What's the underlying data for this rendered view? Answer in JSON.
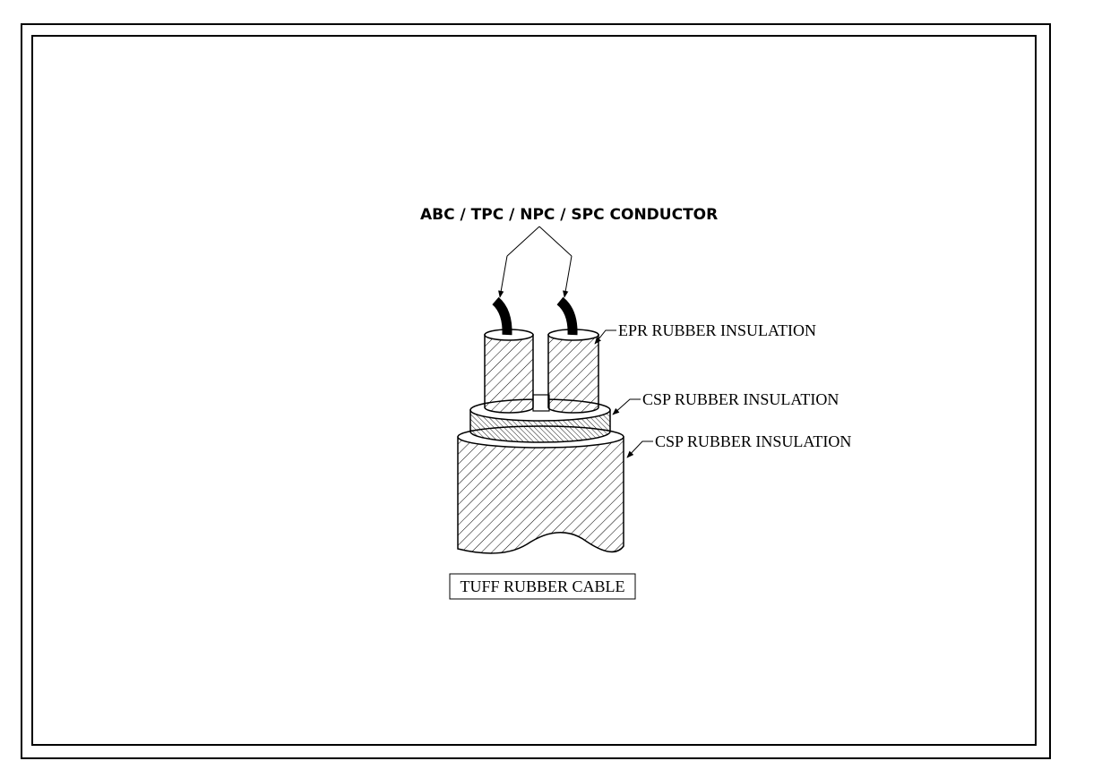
{
  "diagram": {
    "conductor_label": "ABC / TPC / NPC / SPC CONDUCTOR",
    "epr_label": "EPR RUBBER INSULATION",
    "csp_inner_label": "CSP RUBBER INSULATION",
    "csp_outer_label": "CSP RUBBER INSULATION",
    "title": "TUFF RUBBER CABLE"
  },
  "colors": {
    "line": "#000000",
    "background": "#ffffff"
  }
}
